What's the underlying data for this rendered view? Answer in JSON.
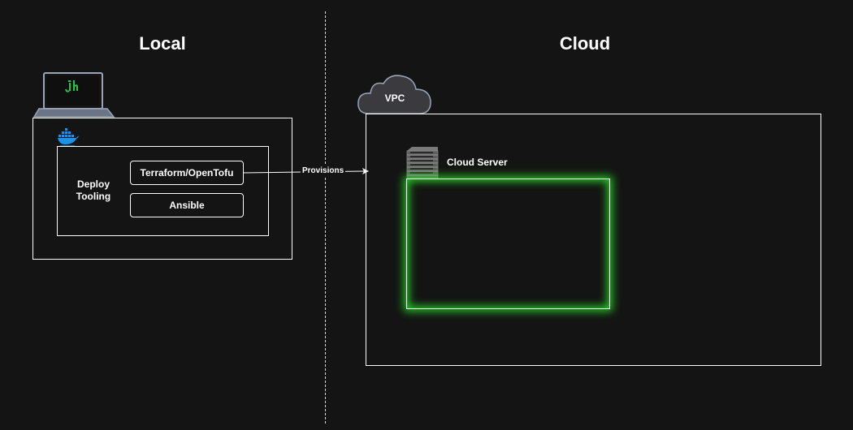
{
  "colors": {
    "background": "#141414",
    "stroke": "#ffffff",
    "glow": "#28dc28",
    "laptop": "#9aa6b8",
    "docker": "#1d91e6",
    "cloud": "#3a3a3f"
  },
  "local": {
    "title": "Local",
    "laptop_icon": "laptop-icon",
    "docker_icon": "docker-icon",
    "deploy_label": "Deploy Tooling",
    "tools": [
      "Terraform/OpenTofu",
      "Ansible"
    ]
  },
  "connector": {
    "label": "Provisions"
  },
  "cloud": {
    "title": "Cloud",
    "vpc_label": "VPC",
    "server_label": "Cloud Server",
    "server_icon": "server-rack-icon"
  }
}
